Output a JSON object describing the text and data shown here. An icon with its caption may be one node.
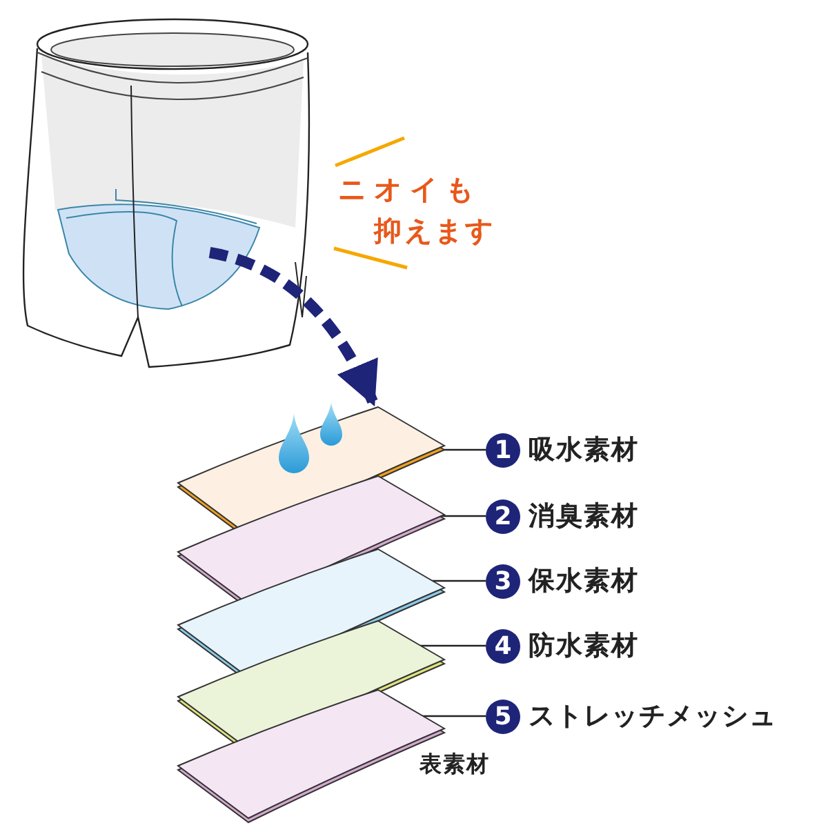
{
  "diagram": {
    "nodes": [
      {
        "text": [],
        "shape": "picture"
      },
      {
        "text": [],
        "shape": "box"
      },
      {
        "text": [],
        "shape": "box"
      },
      {
        "text": [],
        "shape": "box"
      },
      {
        "text": [],
        "shape": "box"
      },
      {
        "text": [],
        "shape": "box"
      },
      {
        "text": [
          "1",
          "吸水素材"
        ]
      },
      {
        "text": [
          "2",
          "消臭素材"
        ]
      },
      {
        "text": [
          "3",
          "保水素材"
        ]
      },
      {
        "text": [
          "4",
          "防水素材"
        ]
      },
      {
        "text": [
          "5",
          "ストレッチメッシュ"
        ]
      }
    ],
    "edges": [
      {
        "from": 0,
        "to": 1,
        "arrow": "to",
        "style": "dashed",
        "color": "#1e2478"
      },
      {
        "from": 6,
        "to": 1,
        "arrow": "none"
      },
      {
        "from": 7,
        "to": 2,
        "arrow": "none"
      },
      {
        "from": 8,
        "to": 3,
        "arrow": "none"
      },
      {
        "from": 9,
        "to": 4,
        "arrow": "none"
      },
      {
        "from": 10,
        "to": 5,
        "arrow": "none"
      }
    ],
    "labels": [
      "ニオイも抑えます",
      "表素材"
    ]
  }
}
